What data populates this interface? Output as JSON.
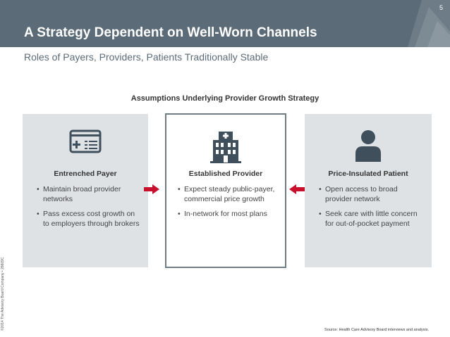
{
  "header": {
    "page_number": "5",
    "title": "A Strategy Dependent on Well-Worn Channels"
  },
  "subtitle": "Roles of Payers, Providers, Patients Traditionally Stable",
  "side_copyright": "©2014 The Advisory Board Company • 28609C",
  "section_title": "Assumptions Underlying Provider Growth Strategy",
  "cards": [
    {
      "title": "Entrenched Payer",
      "icon": "insurance-card-icon",
      "bullets": [
        "Maintain broad provider networks",
        "Pass excess cost growth on to employers through brokers"
      ]
    },
    {
      "title": "Established Provider",
      "icon": "hospital-icon",
      "bullets": [
        "Expect steady public-payer, commercial price growth",
        "In-network for most plans"
      ]
    },
    {
      "title": "Price-Insulated Patient",
      "icon": "person-icon",
      "bullets": [
        "Open access to broad provider network",
        "Seek care with little concern for out-of-pocket payment"
      ]
    }
  ],
  "source": "Source: Health Care Advisory Board interviews and analysis.",
  "colors": {
    "header_bg": "#5b6b77",
    "card_bg": "#dfe2e5",
    "icon": "#3f4f5c",
    "arrow": "#c8102e"
  }
}
